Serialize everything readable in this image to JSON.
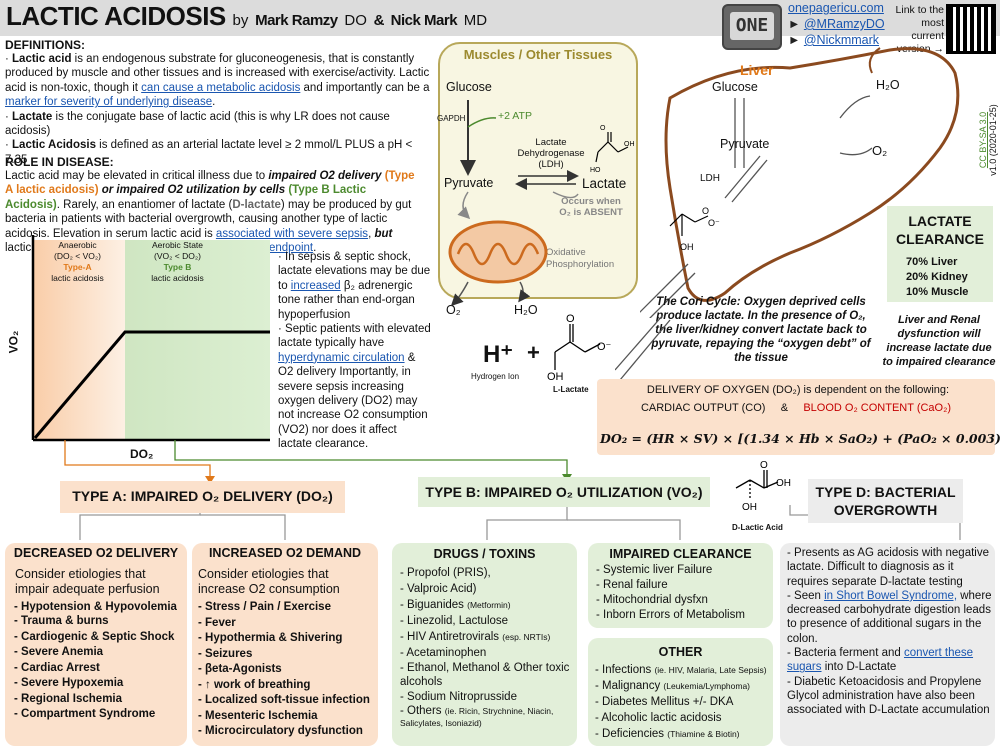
{
  "header": {
    "title": "LACTIC ACIDOSIS",
    "by": "by",
    "author1": "Mark Ramzy",
    "cred1": "DO",
    "amp": "&",
    "author2": "Nick Mark",
    "cred2": "MD",
    "logo_text": "ONE",
    "link_site": "onepagericu.com",
    "link_tw1": "@MRamzyDO",
    "link_tw2": "@Nickmmark",
    "qr_note": "Link to the most current version →",
    "license": "CC BY-SA 3.0",
    "version": "v1.0 (2020-01-25)"
  },
  "definitions": {
    "heading": "DEFINITIONS:",
    "b1_term": "Lactic acid",
    "b1_text": " is an endogenous substrate for gluconeogenesis, that is constantly produced by muscle and other tissues and is increased with exercise/activity. Lactic acid is non-toxic, though it ",
    "b1_link1": "can cause a metabolic acidosis",
    "b1_mid": " and importantly can be a ",
    "b1_link2": "marker for severity of underlying disease",
    "b1_end": ".",
    "b2_term": "Lactate",
    "b2_text": " is the conjugate base of lactic acid (this is why LR does not cause acidosis)",
    "b3_term": "Lactic Acidosis",
    "b3_text": " is defined as an arterial lactate level ≥ 2 mmol/L PLUS a pH < 7.35"
  },
  "role": {
    "heading": "ROLE IN DISEASE:",
    "t1": "Lactic acid may be elevated in critical illness due to ",
    "t1_b": "impaired O2 delivery",
    "t1_o": " (Type A lactic acidosis)",
    "t1_c": " or impaired O2 utilization by cells",
    "t1_g": " (Type B Lactic Acidosis)",
    "t2": ". Rarely, an enantiomer of lactate (",
    "t2_b": "D-lactate",
    "t2_c": ") may be produced by gut bacteria in patients with bacterial overgrowth, causing another type of lactic acidosis. Elevation in serum lactic acid is ",
    "t2_link": "associated with severe sepsis",
    "t2_d": ", ",
    "t2_bi": "but",
    "t2_e": " lactic acid clearance is ",
    "t2_link2": "unreliable as a resuscitation endpoint",
    "t2_f": "."
  },
  "graph": {
    "anaerobic_title": "Anaerobic",
    "anaerobic_cond": "(DO₂ < VO₂)",
    "anaerobic_type": "Type-A",
    "anaerobic_sub": "lactic acidosis",
    "aerobic_title": "Aerobic State",
    "aerobic_cond": "(VO₂ < DO₂)",
    "aerobic_type": "Type B",
    "aerobic_sub": "lactic acidosis",
    "ylabel": "VO₂",
    "xlabel": "DO₂"
  },
  "sepsis": {
    "p1a": "· In sepsis & septic shock, lactate elevations may be due to ",
    "p1_link": "increased",
    "p1b": " β₂ adrenergic tone rather than end-organ hypoperfusion",
    "p2a": "· Septic patients with elevated lactate typically have ",
    "p2_link": "hyperdynamic circulation",
    "p2b": " & O2 delivery Importantly, in severe sepsis increasing oxygen delivery (DO2) may not increase O2 consumption (VO2) nor does it affect lactate clearance."
  },
  "muscle": {
    "title": "Muscles / Other Tissues",
    "glucose": "Glucose",
    "gapdh": "GAPDH",
    "atp": "+2 ATP",
    "ldh_label": "Lactate Dehydrogenase (LDH)",
    "pyruvate": "Pyruvate",
    "lactate": "Lactate",
    "no_o2": "Occurs when O₂ is ABSENT",
    "oxphos": "Oxidative Phosphorylation",
    "o2": "O₂",
    "h2o": "H₂O"
  },
  "liver": {
    "title": "Liver",
    "glucose": "Glucose",
    "pyruvate": "Pyruvate",
    "ldh": "LDH",
    "h2o": "H₂O",
    "o2": "O₂"
  },
  "cori": {
    "text": "The Cori Cycle: Oxygen deprived cells produce lactate. In the presence of O₂, the liver/kidney convert lactate back to pyruvate, repaying the “oxygen debt” of the tissue",
    "h": "H⁺",
    "plus": "+",
    "hion": "Hydrogen Ion",
    "llactate": "L-Lactate"
  },
  "clearance": {
    "title": "LACTATE CLEARANCE",
    "items": [
      "70% Liver",
      "20% Kidney",
      "10% Muscle"
    ],
    "note": "Liver and Renal dysfunction will increase lactate due to impaired clearance"
  },
  "delivery": {
    "line1": "DELIVERY OF OXYGEN (DO₂) is dependent on the following:",
    "co": "CARDIAC OUTPUT (CO)",
    "amp": "&",
    "cao2": "BLOOD O₂ CONTENT",
    "cao2_sym": "(CaO₂)",
    "formula": "DO₂ = (HR × SV) × [(1.34 × Hb × SaO₂) + (PaO₂ × 0.003)]"
  },
  "typeA": {
    "title": "TYPE A: IMPAIRED O₂ DELIVERY (DO₂)",
    "dec_title": "DECREASED O2 DELIVERY",
    "dec_sub": "Consider etiologies that impair adequate perfusion",
    "dec_items": [
      "Hypotension & Hypovolemia",
      "Trauma & burns",
      "Cardiogenic & Septic Shock",
      "Severe Anemia",
      "Cardiac Arrest",
      "Severe Hypoxemia",
      "Regional Ischemia",
      "Compartment Syndrome"
    ],
    "inc_title": "INCREASED O2 DEMAND",
    "inc_sub": "Consider etiologies that increase O2 consumption",
    "inc_items": [
      "Stress / Pain / Exercise",
      "Fever",
      "Hypothermia & Shivering",
      "Seizures",
      "βeta-Agonists",
      "↑ work of breathing",
      "Localized soft-tissue infection",
      "Mesenteric Ischemia",
      "Microcirculatory dysfunction"
    ]
  },
  "typeB": {
    "title": "TYPE B: IMPAIRED O₂ UTILIZATION (VO₂)",
    "drugs_title": "DRUGS / TOXINS",
    "drugs": [
      "- Propofol (PRIS),",
      "- Valproic Acid)",
      "- Biguanides",
      "- Linezolid, Lactulose",
      "- HIV Antiretrovirals",
      "- Acetaminophen",
      "- Ethanol, Methanol & Other toxic alcohols",
      "- Sodium Nitroprusside",
      "- Others"
    ],
    "drugs_small": [
      "",
      "",
      "(Metformin)",
      "",
      "(esp. NRTIs)",
      "",
      "",
      "",
      "(ie. Ricin, Strychnine, Niacin, Salicylates, Isoniazid)"
    ],
    "clear_title": "IMPAIRED CLEARANCE",
    "clear_items": [
      "- Systemic liver Failure",
      "- Renal failure",
      "- Mitochondrial dysfxn",
      "- Inborn Errors of Metabolism"
    ],
    "other_title": "OTHER",
    "other_items": [
      "- Infections",
      "- Malignancy",
      "- Diabetes Mellitus +/- DKA",
      "- Alcoholic lactic acidosis",
      "- Deficiencies"
    ],
    "other_small": [
      "(ie. HIV, Malaria, Late Sepsis)",
      "(Leukemia/Lymphoma)",
      "",
      "",
      "(Thiamine & Biotin)"
    ]
  },
  "typeD": {
    "title": "TYPE D: BACTERIAL OVERGROWTH",
    "dlactic": "D-Lactic Acid",
    "p1": "- Presents as AG acidosis with negative lactate. Difficult to diagnosis as it requires separate D-lactate testing",
    "p2a": "- Seen ",
    "p2_link": "in Short Bowel Syndrome,",
    "p2b": " where decreased carbohydrate digestion leads to presence of additional sugars in the colon.",
    "p3a": "- Bacteria ferment and ",
    "p3_link": "convert these sugars",
    "p3b": " into D-Lactate",
    "p4": "- Diabetic Ketoacidosis and Propylene Glycol administration have also been associated with D-Lactate accumulation"
  },
  "colors": {
    "peach": "#fbe1cc",
    "green": "#e2efd9",
    "gray": "#ececec",
    "orange": "#e0791a",
    "link": "#1a56b0"
  }
}
